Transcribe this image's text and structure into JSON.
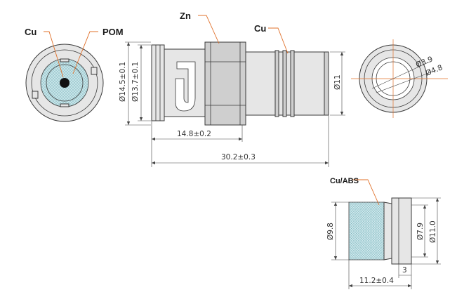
{
  "labels": {
    "cu_left": "Cu",
    "pom": "POM",
    "zn": "Zn",
    "cu_side": "Cu",
    "cu_abs": "Cu/ABS"
  },
  "dimensions": {
    "d_14_5": "Ø14.5±0.1",
    "d_13_7": "Ø13.7±0.1",
    "len_14_8": "14.8±0.2",
    "len_30_2": "30.2±0.3",
    "d_11": "Ø11",
    "d_3_9": "Ø3.9",
    "d_4_8": "Ø4.8",
    "d_9_8": "Ø9.8",
    "d_7_9": "Ø7.9",
    "d_11_0": "Ø11.0",
    "w_3": "3",
    "len_11_2": "11.2±0.4"
  },
  "colors": {
    "leader": "#e0702a",
    "insulator": "#bfe3e6",
    "knurl": "#c9e6ea"
  }
}
